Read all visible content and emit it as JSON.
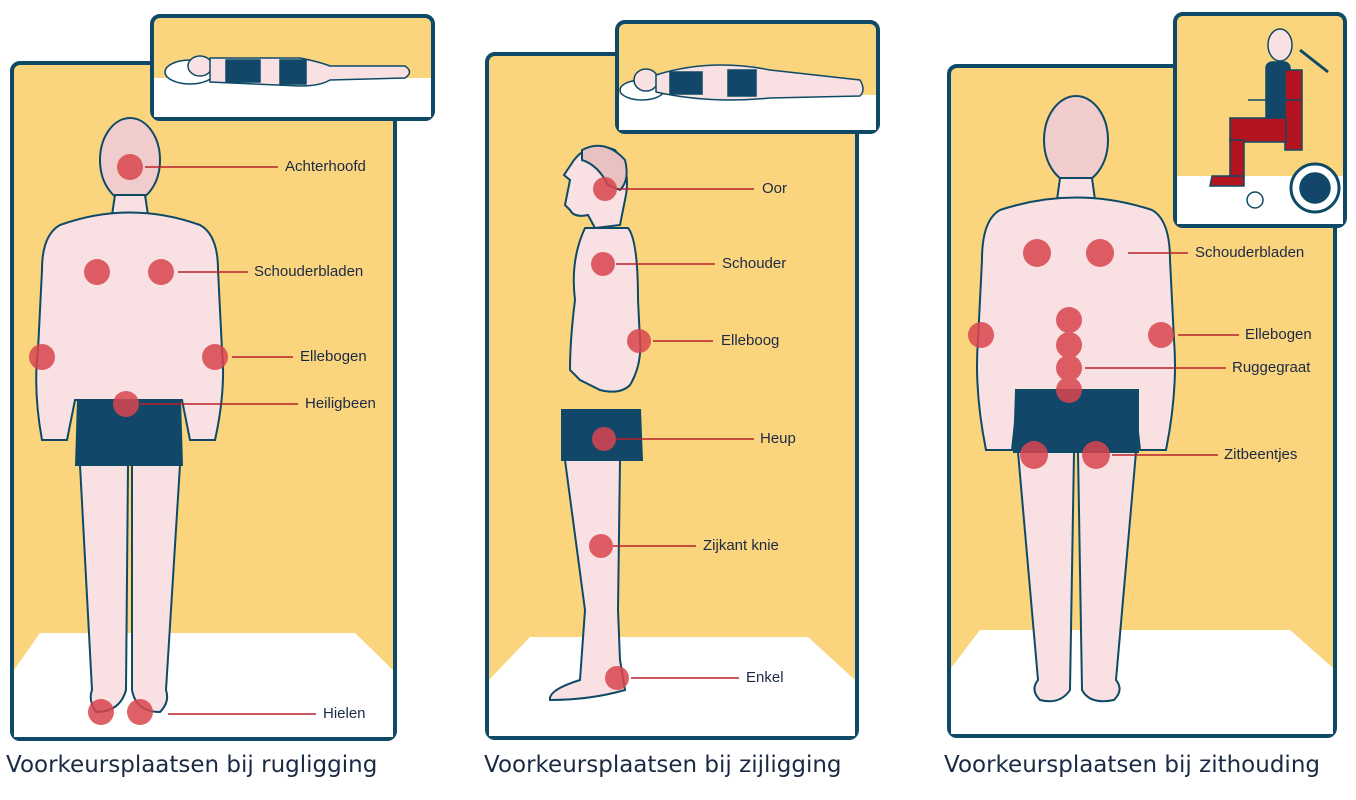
{
  "colors": {
    "frame_border": "#0e4a66",
    "background_yellow": "#fbd57e",
    "bed_white": "#ffffff",
    "skin": "#f9e1e3",
    "skin_shade": "#efc3c7",
    "hair": "#e9c1c1",
    "shorts": "#12476a",
    "pressure_dot": "#d9454e",
    "leader_line": "#b8232b",
    "chair_red": "#b3141f"
  },
  "panels": [
    {
      "id": "back",
      "icon": "lying-on-back-person-icon",
      "caption": "Voorkeursplaatsen bij rugligging",
      "labels": [
        "Achterhoofd",
        "Schouderbladen",
        "Ellebogen",
        "Heiligbeen",
        "Hielen"
      ]
    },
    {
      "id": "side",
      "icon": "lying-on-side-person-icon",
      "caption": "Voorkeursplaatsen bij zijligging",
      "labels": [
        "Oor",
        "Schouder",
        "Elleboog",
        "Heup",
        "Zijkant knie",
        "Enkel"
      ]
    },
    {
      "id": "seated",
      "icon": "person-in-wheelchair-icon",
      "caption": "Voorkeursplaatsen bij zithouding",
      "labels": [
        "Schouderbladen",
        "Ellebogen",
        "Ruggegraat",
        "Zitbeentjes"
      ]
    }
  ]
}
